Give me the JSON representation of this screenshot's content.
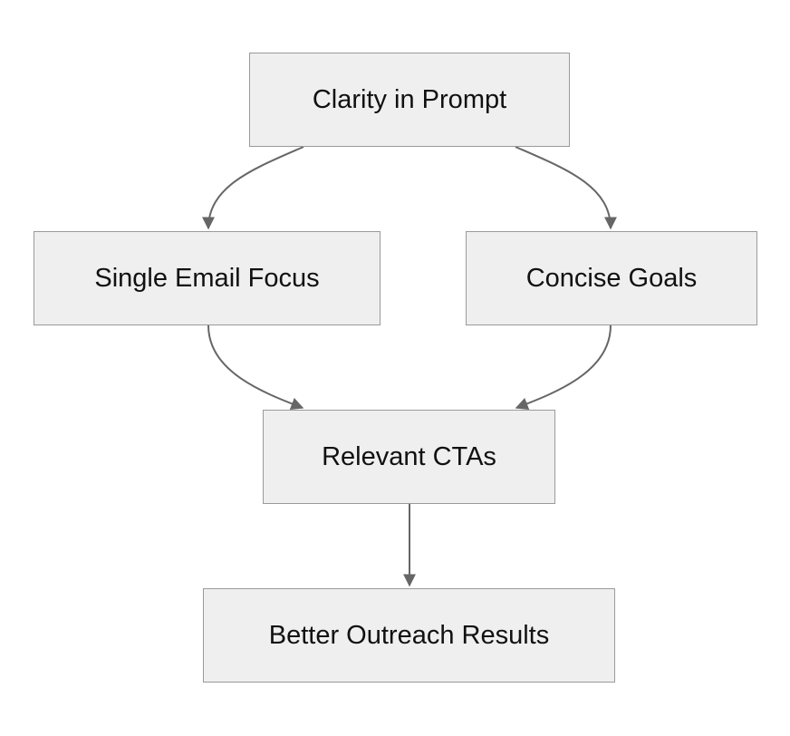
{
  "diagram": {
    "nodes": [
      {
        "id": "n1",
        "label": "Clarity in Prompt"
      },
      {
        "id": "n2",
        "label": "Single Email Focus"
      },
      {
        "id": "n3",
        "label": "Concise Goals"
      },
      {
        "id": "n4",
        "label": "Relevant CTAs"
      },
      {
        "id": "n5",
        "label": "Better Outreach Results"
      }
    ],
    "edges": [
      {
        "from": "n1",
        "to": "n2"
      },
      {
        "from": "n1",
        "to": "n3"
      },
      {
        "from": "n2",
        "to": "n4"
      },
      {
        "from": "n3",
        "to": "n4"
      },
      {
        "from": "n4",
        "to": "n5"
      }
    ],
    "colors": {
      "node_fill": "#efefef",
      "node_border": "#9a9a9a",
      "edge": "#666666",
      "text": "#111111"
    }
  }
}
